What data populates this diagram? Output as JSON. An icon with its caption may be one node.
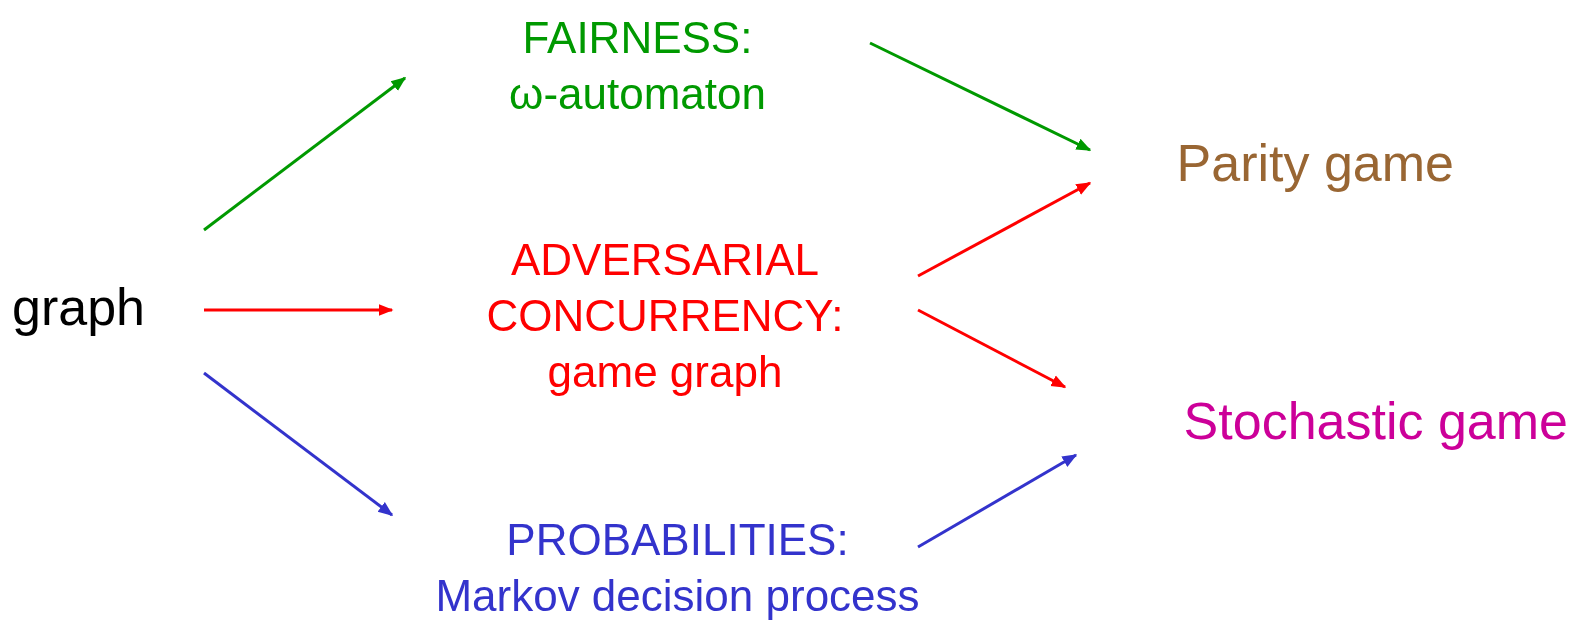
{
  "diagram": {
    "nodes": [
      {
        "text": [
          "graph"
        ]
      },
      {
        "text": [
          "FAIRNESS:",
          "ω-automaton"
        ]
      },
      {
        "text": [
          "ADVERSARIAL CONCURRENCY:",
          "game graph"
        ]
      },
      {
        "text": [
          "PROBABILITIES:",
          "Markov decision process"
        ]
      },
      {
        "text": [
          "Parity game"
        ]
      },
      {
        "text": [
          "Stochastic game"
        ]
      }
    ],
    "edges": [
      {
        "from": 0,
        "to": 1,
        "arrow": "to",
        "color": "#009900"
      },
      {
        "from": 0,
        "to": 2,
        "arrow": "to",
        "color": "#ff0000"
      },
      {
        "from": 0,
        "to": 3,
        "arrow": "to",
        "color": "#3333cc"
      },
      {
        "from": 1,
        "to": 4,
        "arrow": "to",
        "color": "#009900"
      },
      {
        "from": 2,
        "to": 4,
        "arrow": "to",
        "color": "#ff0000"
      },
      {
        "from": 2,
        "to": 5,
        "arrow": "to",
        "color": "#ff0000"
      },
      {
        "from": 3,
        "to": 5,
        "arrow": "to",
        "color": "#3333cc"
      }
    ]
  }
}
